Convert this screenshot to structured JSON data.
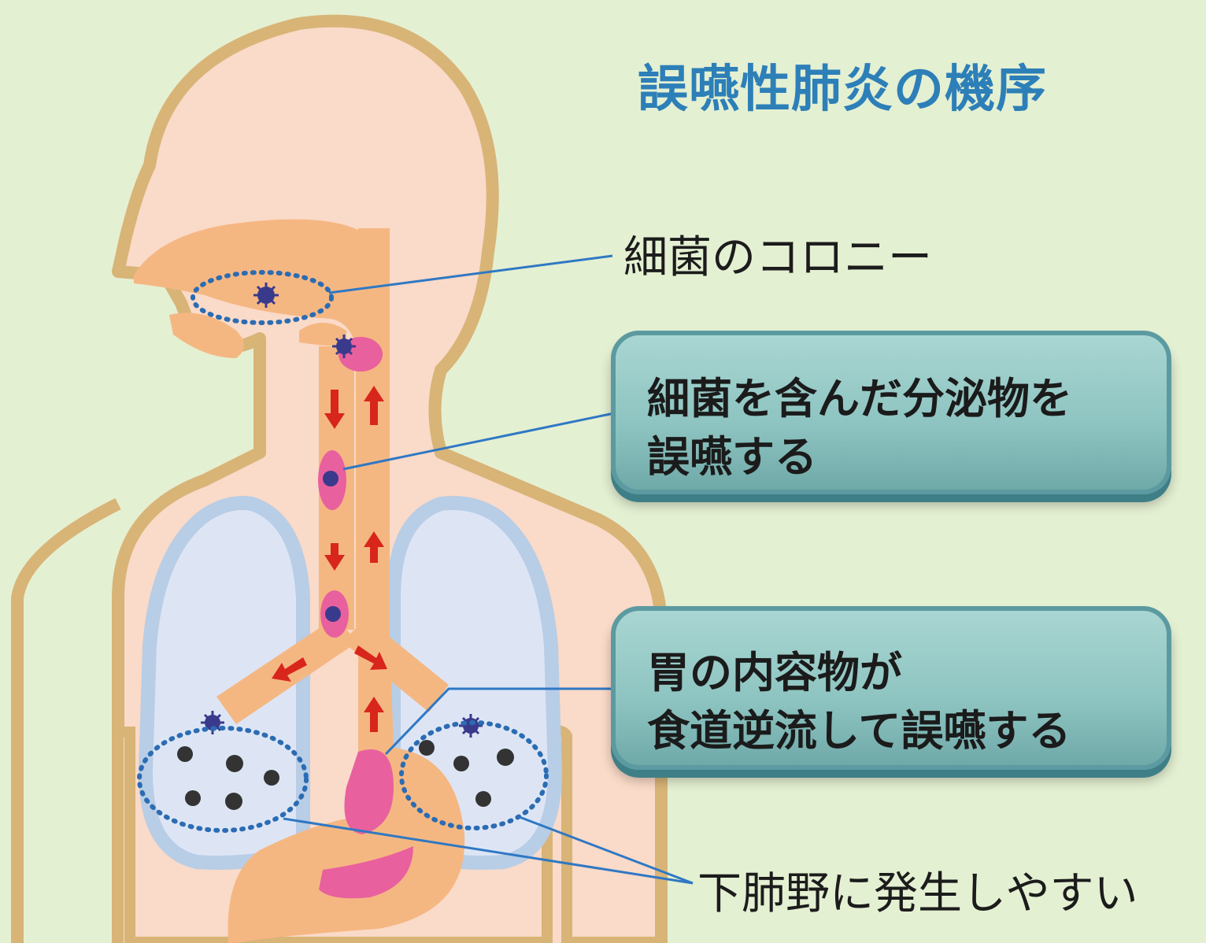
{
  "title": "誤嚥性肺炎の機序",
  "labels": {
    "colony": "細菌のコロニー",
    "lower_lung": "下肺野に発生しやすい"
  },
  "callouts": {
    "secretion": {
      "line1": "細菌を含んだ分泌物を",
      "line2": "誤嚥する"
    },
    "reflux": {
      "line1": "胃の内容物が",
      "line2": "食道逆流して誤嚥する"
    }
  },
  "colors": {
    "background": "#e4f0d2",
    "body_fill": "#fadac8",
    "body_outline": "#d8b477",
    "airway": "#f5b782",
    "lung_fill": "#dde5f5",
    "lung_outline": "#b8cde6",
    "secretion": "#e9609e",
    "arrow": "#d8261c",
    "bacteria": "#3a3a8c",
    "dotted_circle": "#2b6cb3",
    "leader_line": "#2f78c4",
    "title": "#2d7fb8",
    "callout_fill": "#8cc3c0"
  }
}
